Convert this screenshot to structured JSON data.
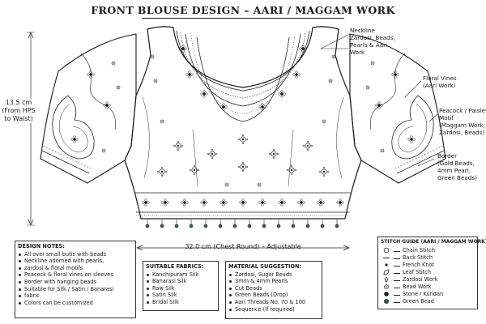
{
  "title": "FRONT BLOUSE DESIGN – AARI / MAGGAM WORK",
  "measurements": {
    "height_lines": [
      "13.5 cm",
      "(From HPS",
      "to Waist)"
    ],
    "chest": "32.0 cm  (Chest Round)  –  Adjustable"
  },
  "callouts": {
    "neckline": [
      "Neckline",
      "Zardosi, Beads,",
      "Pearls & Aari",
      "Work"
    ],
    "vines": [
      "Floral Vines",
      "(Aari Work)"
    ],
    "paisley": [
      "Peacock / Paisley",
      "Motif",
      "(Maggam Work,",
      "Zardosi, Beads)"
    ],
    "border": [
      "Border",
      "(Gold Beads,",
      "4mm Pearl,",
      "Green Beads)"
    ]
  },
  "design_notes": {
    "title": "DESIGN NOTES:",
    "items": [
      "All over small butis with beads",
      "Neckline adorned with pearls,",
      "zardosi & floral motifs",
      "Peacock & floral vines on sleeves",
      "Border with hanging beads",
      "Suitable for Silk / Satin / Banarasi",
      "fabric",
      "Colors can be customized"
    ]
  },
  "fabrics": {
    "title": "SUITABLE FABRICS:",
    "items": [
      "Kanchipuram Silk",
      "Banarasi Silk",
      "Raw Silk",
      "Satin Silk",
      "Bridal Silk"
    ]
  },
  "materials": {
    "title": "MATERIAL SUGGESTION:",
    "items": [
      "Zardosi, Sugar Beads",
      "3mm & 4mm Pearls",
      "Cut Beads",
      "Green Beads (Drop)",
      "Aari Threads No. 70 & 100",
      "Sequence (If required)"
    ]
  },
  "stitch_guide": {
    "title": "STITCH GUIDE (AARI / MAGGAM WORK)",
    "items": [
      {
        "symbol": "circle-open-icon",
        "label": "Chain Stitch"
      },
      {
        "symbol": "line-icon",
        "label": "Back Stitch"
      },
      {
        "symbol": "dot-icon",
        "label": "French Knot"
      },
      {
        "symbol": "leaf-icon",
        "label": "Leaf Stitch"
      },
      {
        "symbol": "zardosi-icon",
        "label": "Zardosi Work"
      },
      {
        "symbol": "bead-icon",
        "label": "Bead Work"
      },
      {
        "symbol": "stone-icon",
        "label": "Stone / Kundan"
      },
      {
        "symbol": "green-bead-icon",
        "label": "Green Bead"
      }
    ],
    "colors": {
      "green": "#2f5d3a",
      "ink": "#1f1f1f"
    }
  }
}
